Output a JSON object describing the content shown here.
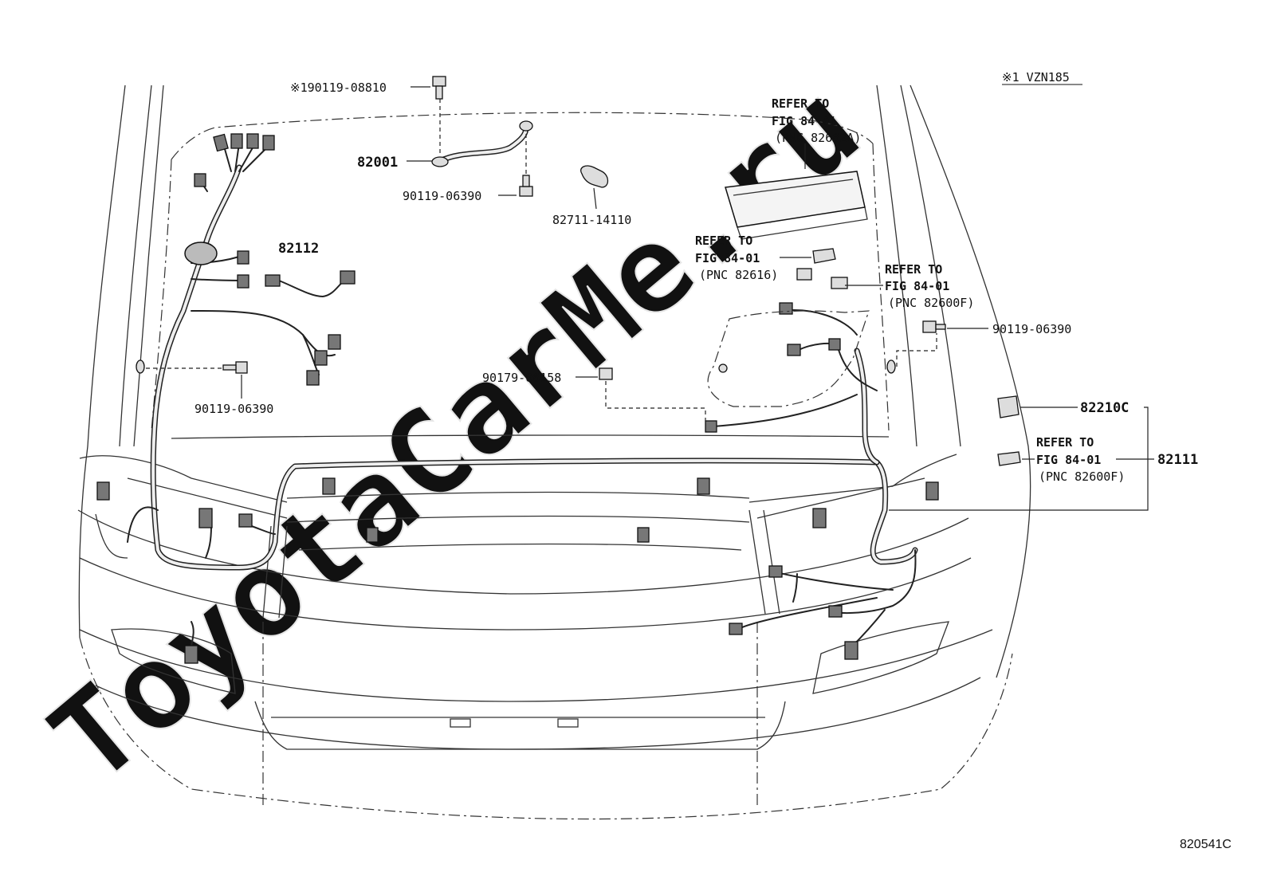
{
  "diagram": {
    "note_top_right": "※1 VZN185",
    "figure_code": "820541C",
    "watermark": "ToyotaCarMe.ru",
    "parts": {
      "bolt_top": "※190119-08810",
      "p82001": "82001",
      "bolt_mid": "90119-06390",
      "clamp": "82711-14110",
      "p82112": "82112",
      "bolt_left": "90119-06390",
      "nut": "90179-06158",
      "bolt_right": "90119-06390",
      "p82210c": "82210C",
      "p82111": "82111"
    },
    "refs": {
      "fusebox": [
        "REFER TO",
        "FIG 84-01",
        "(PNC 82662A)"
      ],
      "relay_left": [
        "REFER TO",
        "FIG 84-01",
        "(PNC 82616)"
      ],
      "relay_right": [
        "REFER TO",
        "FIG 84-01",
        "(PNC 82600F)"
      ],
      "relay_side": [
        "REFER TO",
        "FIG 84-01",
        "(PNC 82600F)"
      ]
    }
  }
}
